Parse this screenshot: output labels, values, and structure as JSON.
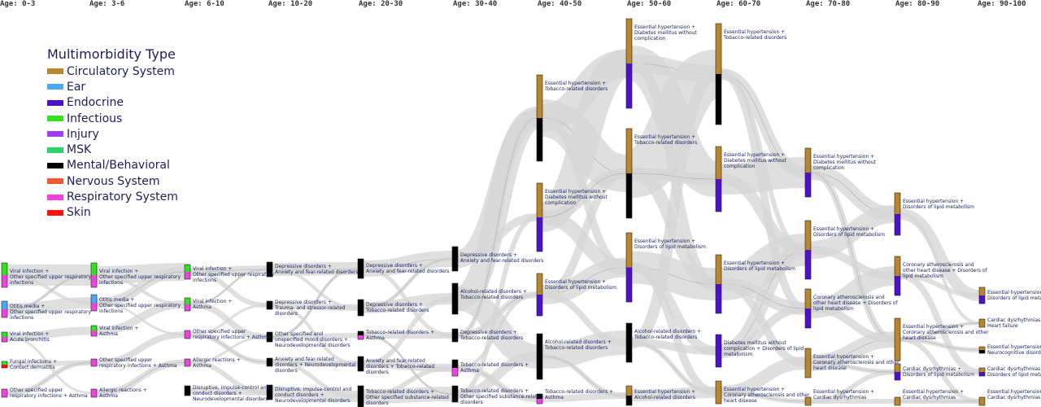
{
  "ages": [
    "Age: 0-3",
    "Age: 3-6",
    "Age: 6-10",
    "Age: 10-20",
    "Age: 20-30",
    "Age: 30-40",
    "Age: 40-50",
    "Age: 50-60",
    "Age: 60-70",
    "Age: 70-80",
    "Age: 80-90",
    "Age: 90-100"
  ],
  "legend": {
    "title": "Multimorbidity Type",
    "items": [
      {
        "label": "Circulatory System",
        "color": "#b8862e"
      },
      {
        "label": "Ear",
        "color": "#4ea8f0"
      },
      {
        "label": "Endocrine",
        "color": "#4b12c8"
      },
      {
        "label": "Infectious",
        "color": "#33e020"
      },
      {
        "label": "Injury",
        "color": "#a43df0"
      },
      {
        "label": "MSK",
        "color": "#2ad46a"
      },
      {
        "label": "Mental/Behavioral",
        "color": "#000000"
      },
      {
        "label": "Nervous System",
        "color": "#f05a32"
      },
      {
        "label": "Respiratory System",
        "color": "#ee44dd"
      },
      {
        "label": "Skin",
        "color": "#ff1010"
      }
    ]
  },
  "nodes": [
    {
      "l1": "Viral infection +",
      "l2": "Other specified upper respiratory infections",
      "colors": [
        "#33e020",
        "#ee44dd"
      ]
    },
    {
      "l1": "Otitis media +",
      "l2": "Other specified upper respiratory infections",
      "colors": [
        "#4ea8f0",
        "#ee44dd"
      ]
    },
    {
      "l1": "Viral infection +",
      "l2": "Acute bronchitis",
      "colors": [
        "#33e020",
        "#ee44dd"
      ]
    },
    {
      "l1": "Fungal infections +",
      "l2": "Contact dermatitis",
      "colors": [
        "#33e020",
        "#ff1010"
      ]
    },
    {
      "l1": "Other specified upper",
      "l2": "respiratory infections + Asthma",
      "colors": [
        "#ee44dd",
        "#ee44dd"
      ]
    },
    {
      "l1": "Viral infection +",
      "l2": "Other specified upper respiratory infections",
      "colors": [
        "#33e020",
        "#ee44dd"
      ]
    },
    {
      "l1": "Otitis media +",
      "l2": "Other specified upper respiratory infections",
      "colors": [
        "#4ea8f0",
        "#ee44dd"
      ]
    },
    {
      "l1": "Viral infection +",
      "l2": "Asthma",
      "colors": [
        "#33e020",
        "#ee44dd"
      ]
    },
    {
      "l1": "Other specified upper",
      "l2": "respiratory infections + Asthma",
      "colors": [
        "#ee44dd",
        "#ee44dd"
      ]
    },
    {
      "l1": "Allergic reactions +",
      "l2": "Asthma",
      "colors": [
        "#ee44dd",
        "#ee44dd"
      ]
    },
    {
      "l1": "Viral infection +",
      "l2": "Other specified upper respiratory infections",
      "colors": [
        "#33e020",
        "#ee44dd"
      ]
    },
    {
      "l1": "Viral infection +",
      "l2": "Asthma",
      "colors": [
        "#33e020",
        "#ee44dd"
      ]
    },
    {
      "l1": "Other specified upper",
      "l2": "respiratory infections + Asthma",
      "colors": [
        "#ee44dd",
        "#ee44dd"
      ]
    },
    {
      "l1": "Allergic reactions +",
      "l2": "Asthma",
      "colors": [
        "#ee44dd",
        "#ee44dd"
      ]
    },
    {
      "l1": "Disruptive, impulse-control and",
      "l2": "conduct disorders + Neurodevelopmental disorders",
      "colors": [
        "#000000",
        "#000000"
      ]
    },
    {
      "l1": "Depressive disorders +",
      "l2": "Anxiety and fear-related disorders",
      "colors": [
        "#000000",
        "#000000"
      ]
    },
    {
      "l1": "Depressive disorders +",
      "l2": "Trauma- and stressor-related disorders",
      "colors": [
        "#000000",
        "#000000"
      ]
    },
    {
      "l1": "Other specified and",
      "l2": "unspecified mood disorders + Neurodevelopmental disorders",
      "colors": [
        "#000000",
        "#000000"
      ]
    },
    {
      "l1": "Anxiety and fear-related",
      "l2": "disorders + Neurodevelopmental disorders",
      "colors": [
        "#000000",
        "#000000"
      ]
    },
    {
      "l1": "Disruptive, impulse-control and",
      "l2": "conduct disorders + Neurodevelopmental disorders",
      "colors": [
        "#000000",
        "#000000"
      ]
    },
    {
      "l1": "Depressive disorders +",
      "l2": "Anxiety and fear-related disorders",
      "colors": [
        "#000000",
        "#000000"
      ]
    },
    {
      "l1": "Depressive disorders +",
      "l2": "Tobacco-related disorders",
      "colors": [
        "#000000",
        "#000000"
      ]
    },
    {
      "l1": "Tobacco-related disorders +",
      "l2": "Asthma",
      "colors": [
        "#000000",
        "#ee44dd"
      ]
    },
    {
      "l1": "Anxiety and fear-related",
      "l2": "disorders + Tobacco-related disorders",
      "colors": [
        "#000000",
        "#000000"
      ]
    },
    {
      "l1": "Tobacco-related disorders +",
      "l2": "Other specified substance-related disorders",
      "colors": [
        "#000000",
        "#000000"
      ]
    },
    {
      "l1": "Depressive disorders +",
      "l2": "Anxiety and fear-related disorders",
      "colors": [
        "#000000",
        "#000000"
      ]
    },
    {
      "l1": "Alcohol-related disorders +",
      "l2": "Tobacco-related disorders",
      "colors": [
        "#000000",
        "#000000"
      ]
    },
    {
      "l1": "Depressive disorders +",
      "l2": "Tobacco-related disorders",
      "colors": [
        "#000000",
        "#000000"
      ]
    },
    {
      "l1": "Tobacco-related disorders +",
      "l2": "Asthma",
      "colors": [
        "#000000",
        "#ee44dd"
      ]
    },
    {
      "l1": "Tobacco-related disorders +",
      "l2": "Other specified substance-related disorders",
      "colors": [
        "#000000",
        "#000000"
      ]
    },
    {
      "l1": "Essential hypertension +",
      "l2": "Tobacco-related disorders",
      "colors": [
        "#b8862e",
        "#000000"
      ]
    },
    {
      "l1": "Essential hypertension +",
      "l2": "Diabetes mellitus without complication",
      "colors": [
        "#b8862e",
        "#4b12c8"
      ]
    },
    {
      "l1": "Essential hypertension +",
      "l2": "Disorders of lipid metabolism",
      "colors": [
        "#b8862e",
        "#4b12c8"
      ]
    },
    {
      "l1": "Alcohol-related disorders +",
      "l2": "Tobacco-related disorders",
      "colors": [
        "#000000",
        "#000000"
      ]
    },
    {
      "l1": "Tobacco-related disorders +",
      "l2": "Asthma",
      "colors": [
        "#000000",
        "#ee44dd"
      ]
    },
    {
      "l1": "Essential hypertension +",
      "l2": "Diabetes mellitus without complication",
      "colors": [
        "#b8862e",
        "#4b12c8"
      ]
    },
    {
      "l1": "Essential hypertension +",
      "l2": "Tobacco-related disorders",
      "colors": [
        "#b8862e",
        "#000000"
      ]
    },
    {
      "l1": "Essential hypertension +",
      "l2": "Disorders of lipid metabolism",
      "colors": [
        "#b8862e",
        "#4b12c8"
      ]
    },
    {
      "l1": "Alcohol-related disorders +",
      "l2": "Tobacco-related disorders",
      "colors": [
        "#000000",
        "#000000"
      ]
    },
    {
      "l1": "Essential hypertension +",
      "l2": "Alcohol-related disorders",
      "colors": [
        "#b8862e",
        "#000000"
      ]
    },
    {
      "l1": "Essential hypertension +",
      "l2": "Tobacco-related disorders",
      "colors": [
        "#b8862e",
        "#000000"
      ]
    },
    {
      "l1": "Essential hypertension +",
      "l2": "Diabetes mellitus without complication",
      "colors": [
        "#b8862e",
        "#4b12c8"
      ]
    },
    {
      "l1": "Essential hypertension +",
      "l2": "Disorders of lipid metabolism",
      "colors": [
        "#b8862e",
        "#4b12c8"
      ]
    },
    {
      "l1": "Diabetes mellitus without",
      "l2": "complication + Disorders of lipid metabolism",
      "colors": [
        "#4b12c8",
        "#4b12c8"
      ]
    },
    {
      "l1": "Essential hypertension +",
      "l2": "Coronary atherosclerosis and other heart disease",
      "colors": [
        "#b8862e",
        "#b8862e"
      ]
    },
    {
      "l1": "Essential hypertension +",
      "l2": "Diabetes mellitus without complication",
      "colors": [
        "#b8862e",
        "#4b12c8"
      ]
    },
    {
      "l1": "Essential hypertension +",
      "l2": "Disorders of lipid metabolism",
      "colors": [
        "#b8862e",
        "#4b12c8"
      ]
    },
    {
      "l1": "Coronary atherosclerosis and",
      "l2": "other heart disease + Disorders of lipid metabolism",
      "colors": [
        "#b8862e",
        "#4b12c8"
      ]
    },
    {
      "l1": "Essential hypertension +",
      "l2": "Coronary atherosclerosis and other heart disease",
      "colors": [
        "#b8862e",
        "#b8862e"
      ]
    },
    {
      "l1": "Essential hypertension +",
      "l2": "Cardiac dysrhythmias",
      "colors": [
        "#b8862e",
        "#b8862e"
      ]
    },
    {
      "l1": "Essential hypertension +",
      "l2": "Disorders of lipid metabolism",
      "colors": [
        "#b8862e",
        "#4b12c8"
      ]
    },
    {
      "l1": "Coronary atherosclerosis and",
      "l2": "other heart disease + Disorders of lipid metabolism",
      "colors": [
        "#b8862e",
        "#4b12c8"
      ]
    },
    {
      "l1": "Essential hypertension +",
      "l2": "Coronary atherosclerosis and other heart disease",
      "colors": [
        "#b8862e",
        "#b8862e"
      ]
    },
    {
      "l1": "Cardiac dysrhythmias +",
      "l2": "Disorders of lipid metabolism",
      "colors": [
        "#b8862e",
        "#4b12c8"
      ]
    },
    {
      "l1": "Essential hypertension +",
      "l2": "Cardiac dysrhythmias",
      "colors": [
        "#b8862e",
        "#b8862e"
      ]
    },
    {
      "l1": "Essential hypertension +",
      "l2": "Disorders of lipid metabolism",
      "colors": [
        "#b8862e",
        "#4b12c8"
      ]
    },
    {
      "l1": "Cardiac dysrhythmias +",
      "l2": "Heart failure",
      "colors": [
        "#b8862e",
        "#b8862e"
      ]
    },
    {
      "l1": "Essential hypertension +",
      "l2": "Neurocognitive disorders",
      "colors": [
        "#b8862e",
        "#000000"
      ]
    },
    {
      "l1": "Cardiac dysrhythmias +",
      "l2": "Disorders of lipid metabolism",
      "colors": [
        "#b8862e",
        "#4b12c8"
      ]
    },
    {
      "l1": "Essential hypertension +",
      "l2": "Cardiac dysrhythmias",
      "colors": [
        "#b8862e",
        "#b8862e"
      ]
    }
  ]
}
